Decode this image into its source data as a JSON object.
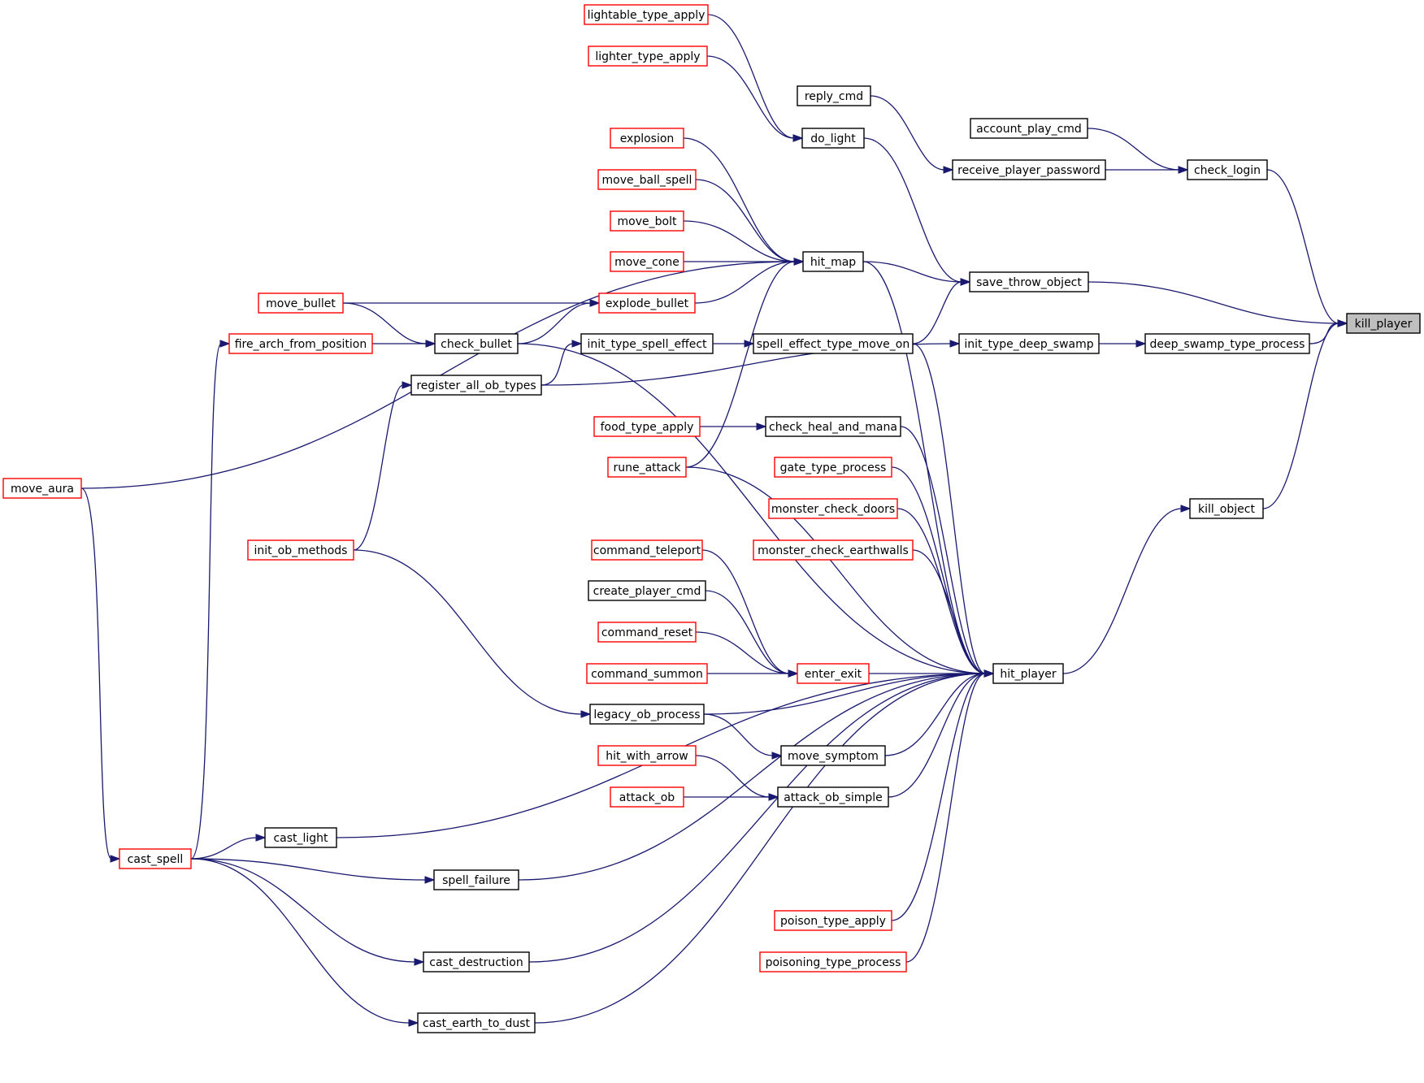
{
  "colors": {
    "edge": "#191970",
    "red_border": "#ff0000",
    "black_border": "#000000",
    "focus_fill": "#bfbfbf"
  },
  "nodes": [
    {
      "id": "kill_player",
      "label": "kill_player",
      "style": "focus"
    },
    {
      "id": "check_login",
      "label": "check_login",
      "style": "black"
    },
    {
      "id": "account_play_cmd",
      "label": "account_play_cmd",
      "style": "black"
    },
    {
      "id": "receive_player_password",
      "label": "receive_player_password",
      "style": "black"
    },
    {
      "id": "reply_cmd",
      "label": "reply_cmd",
      "style": "black"
    },
    {
      "id": "save_throw_object",
      "label": "save_throw_object",
      "style": "black"
    },
    {
      "id": "do_light",
      "label": "do_light",
      "style": "black"
    },
    {
      "id": "lightable_type_apply",
      "label": "lightable_type_apply",
      "style": "red"
    },
    {
      "id": "lighter_type_apply",
      "label": "lighter_type_apply",
      "style": "red"
    },
    {
      "id": "hit_map",
      "label": "hit_map",
      "style": "black"
    },
    {
      "id": "explosion",
      "label": "explosion",
      "style": "red"
    },
    {
      "id": "move_ball_spell",
      "label": "move_ball_spell",
      "style": "red"
    },
    {
      "id": "move_bolt",
      "label": "move_bolt",
      "style": "red"
    },
    {
      "id": "move_cone",
      "label": "move_cone",
      "style": "red"
    },
    {
      "id": "explode_bullet",
      "label": "explode_bullet",
      "style": "red"
    },
    {
      "id": "move_bullet",
      "label": "move_bullet",
      "style": "red"
    },
    {
      "id": "check_bullet",
      "label": "check_bullet",
      "style": "black"
    },
    {
      "id": "fire_arch_from_position",
      "label": "fire_arch_from_position",
      "style": "red"
    },
    {
      "id": "init_type_spell_effect",
      "label": "init_type_spell_effect",
      "style": "black"
    },
    {
      "id": "spell_effect_type_move_on",
      "label": "spell_effect_type_move_on",
      "style": "black"
    },
    {
      "id": "deep_swamp_type_process",
      "label": "deep_swamp_type_process",
      "style": "black"
    },
    {
      "id": "init_type_deep_swamp",
      "label": "init_type_deep_swamp",
      "style": "black"
    },
    {
      "id": "register_all_ob_types",
      "label": "register_all_ob_types",
      "style": "black"
    },
    {
      "id": "move_aura",
      "label": "move_aura",
      "style": "red"
    },
    {
      "id": "food_type_apply",
      "label": "food_type_apply",
      "style": "red"
    },
    {
      "id": "check_heal_and_mana",
      "label": "check_heal_and_mana",
      "style": "black"
    },
    {
      "id": "rune_attack",
      "label": "rune_attack",
      "style": "red"
    },
    {
      "id": "gate_type_process",
      "label": "gate_type_process",
      "style": "red"
    },
    {
      "id": "monster_check_doors",
      "label": "monster_check_doors",
      "style": "red"
    },
    {
      "id": "kill_object",
      "label": "kill_object",
      "style": "black"
    },
    {
      "id": "init_ob_methods",
      "label": "init_ob_methods",
      "style": "red"
    },
    {
      "id": "command_teleport",
      "label": "command_teleport",
      "style": "red"
    },
    {
      "id": "monster_check_earthwalls",
      "label": "monster_check_earthwalls",
      "style": "red"
    },
    {
      "id": "create_player_cmd",
      "label": "create_player_cmd",
      "style": "black"
    },
    {
      "id": "command_reset",
      "label": "command_reset",
      "style": "red"
    },
    {
      "id": "command_summon",
      "label": "command_summon",
      "style": "red"
    },
    {
      "id": "enter_exit",
      "label": "enter_exit",
      "style": "red"
    },
    {
      "id": "hit_player",
      "label": "hit_player",
      "style": "black"
    },
    {
      "id": "legacy_ob_process",
      "label": "legacy_ob_process",
      "style": "black"
    },
    {
      "id": "move_symptom",
      "label": "move_symptom",
      "style": "black"
    },
    {
      "id": "hit_with_arrow",
      "label": "hit_with_arrow",
      "style": "red"
    },
    {
      "id": "attack_ob",
      "label": "attack_ob",
      "style": "red"
    },
    {
      "id": "attack_ob_simple",
      "label": "attack_ob_simple",
      "style": "black"
    },
    {
      "id": "cast_light",
      "label": "cast_light",
      "style": "black"
    },
    {
      "id": "cast_spell",
      "label": "cast_spell",
      "style": "red"
    },
    {
      "id": "spell_failure",
      "label": "spell_failure",
      "style": "black"
    },
    {
      "id": "poison_type_apply",
      "label": "poison_type_apply",
      "style": "red"
    },
    {
      "id": "poisoning_type_process",
      "label": "poisoning_type_process",
      "style": "red"
    },
    {
      "id": "cast_destruction",
      "label": "cast_destruction",
      "style": "black"
    },
    {
      "id": "cast_earth_to_dust",
      "label": "cast_earth_to_dust",
      "style": "black"
    }
  ],
  "edges": [
    {
      "from": "check_login",
      "to": "kill_player"
    },
    {
      "from": "save_throw_object",
      "to": "kill_player"
    },
    {
      "from": "deep_swamp_type_process",
      "to": "kill_player"
    },
    {
      "from": "kill_object",
      "to": "kill_player"
    },
    {
      "from": "account_play_cmd",
      "to": "check_login"
    },
    {
      "from": "receive_player_password",
      "to": "check_login"
    },
    {
      "from": "reply_cmd",
      "to": "receive_player_password"
    },
    {
      "from": "do_light",
      "to": "save_throw_object"
    },
    {
      "from": "hit_map",
      "to": "save_throw_object"
    },
    {
      "from": "spell_effect_type_move_on",
      "to": "save_throw_object"
    },
    {
      "from": "lightable_type_apply",
      "to": "do_light"
    },
    {
      "from": "lighter_type_apply",
      "to": "do_light"
    },
    {
      "from": "move_aura",
      "to": "hit_map"
    },
    {
      "from": "explosion",
      "to": "hit_map"
    },
    {
      "from": "move_ball_spell",
      "to": "hit_map"
    },
    {
      "from": "move_bolt",
      "to": "hit_map"
    },
    {
      "from": "move_cone",
      "to": "hit_map"
    },
    {
      "from": "explode_bullet",
      "to": "hit_map"
    },
    {
      "from": "rune_attack",
      "to": "hit_map"
    },
    {
      "from": "move_bullet",
      "to": "explode_bullet"
    },
    {
      "from": "check_bullet",
      "to": "explode_bullet"
    },
    {
      "from": "move_bullet",
      "to": "check_bullet"
    },
    {
      "from": "fire_arch_from_position",
      "to": "check_bullet"
    },
    {
      "from": "cast_spell",
      "to": "fire_arch_from_position"
    },
    {
      "from": "init_type_spell_effect",
      "to": "spell_effect_type_move_on"
    },
    {
      "from": "register_all_ob_types",
      "to": "init_type_spell_effect"
    },
    {
      "from": "init_type_deep_swamp",
      "to": "deep_swamp_type_process"
    },
    {
      "from": "register_all_ob_types",
      "to": "init_type_deep_swamp"
    },
    {
      "from": "init_ob_methods",
      "to": "register_all_ob_types"
    },
    {
      "from": "food_type_apply",
      "to": "check_heal_and_mana"
    },
    {
      "from": "hit_player",
      "to": "kill_object"
    },
    {
      "from": "move_aura",
      "to": "cast_spell"
    },
    {
      "from": "hit_map",
      "to": "hit_player"
    },
    {
      "from": "spell_effect_type_move_on",
      "to": "hit_player"
    },
    {
      "from": "check_heal_and_mana",
      "to": "hit_player"
    },
    {
      "from": "gate_type_process",
      "to": "hit_player"
    },
    {
      "from": "monster_check_doors",
      "to": "hit_player"
    },
    {
      "from": "monster_check_earthwalls",
      "to": "hit_player"
    },
    {
      "from": "rune_attack",
      "to": "hit_player"
    },
    {
      "from": "check_bullet",
      "to": "hit_player"
    },
    {
      "from": "enter_exit",
      "to": "hit_player"
    },
    {
      "from": "legacy_ob_process",
      "to": "hit_player"
    },
    {
      "from": "move_symptom",
      "to": "hit_player"
    },
    {
      "from": "attack_ob_simple",
      "to": "hit_player"
    },
    {
      "from": "cast_light",
      "to": "hit_player"
    },
    {
      "from": "spell_failure",
      "to": "hit_player"
    },
    {
      "from": "poison_type_apply",
      "to": "hit_player"
    },
    {
      "from": "poisoning_type_process",
      "to": "hit_player"
    },
    {
      "from": "cast_destruction",
      "to": "hit_player"
    },
    {
      "from": "cast_earth_to_dust",
      "to": "hit_player"
    },
    {
      "from": "command_teleport",
      "to": "enter_exit"
    },
    {
      "from": "create_player_cmd",
      "to": "enter_exit"
    },
    {
      "from": "command_reset",
      "to": "enter_exit"
    },
    {
      "from": "command_summon",
      "to": "enter_exit"
    },
    {
      "from": "init_ob_methods",
      "to": "legacy_ob_process"
    },
    {
      "from": "legacy_ob_process",
      "to": "move_symptom"
    },
    {
      "from": "hit_with_arrow",
      "to": "attack_ob_simple"
    },
    {
      "from": "attack_ob",
      "to": "attack_ob_simple"
    },
    {
      "from": "cast_spell",
      "to": "cast_light"
    },
    {
      "from": "cast_spell",
      "to": "spell_failure"
    },
    {
      "from": "cast_spell",
      "to": "cast_destruction"
    },
    {
      "from": "cast_spell",
      "to": "cast_earth_to_dust"
    }
  ]
}
